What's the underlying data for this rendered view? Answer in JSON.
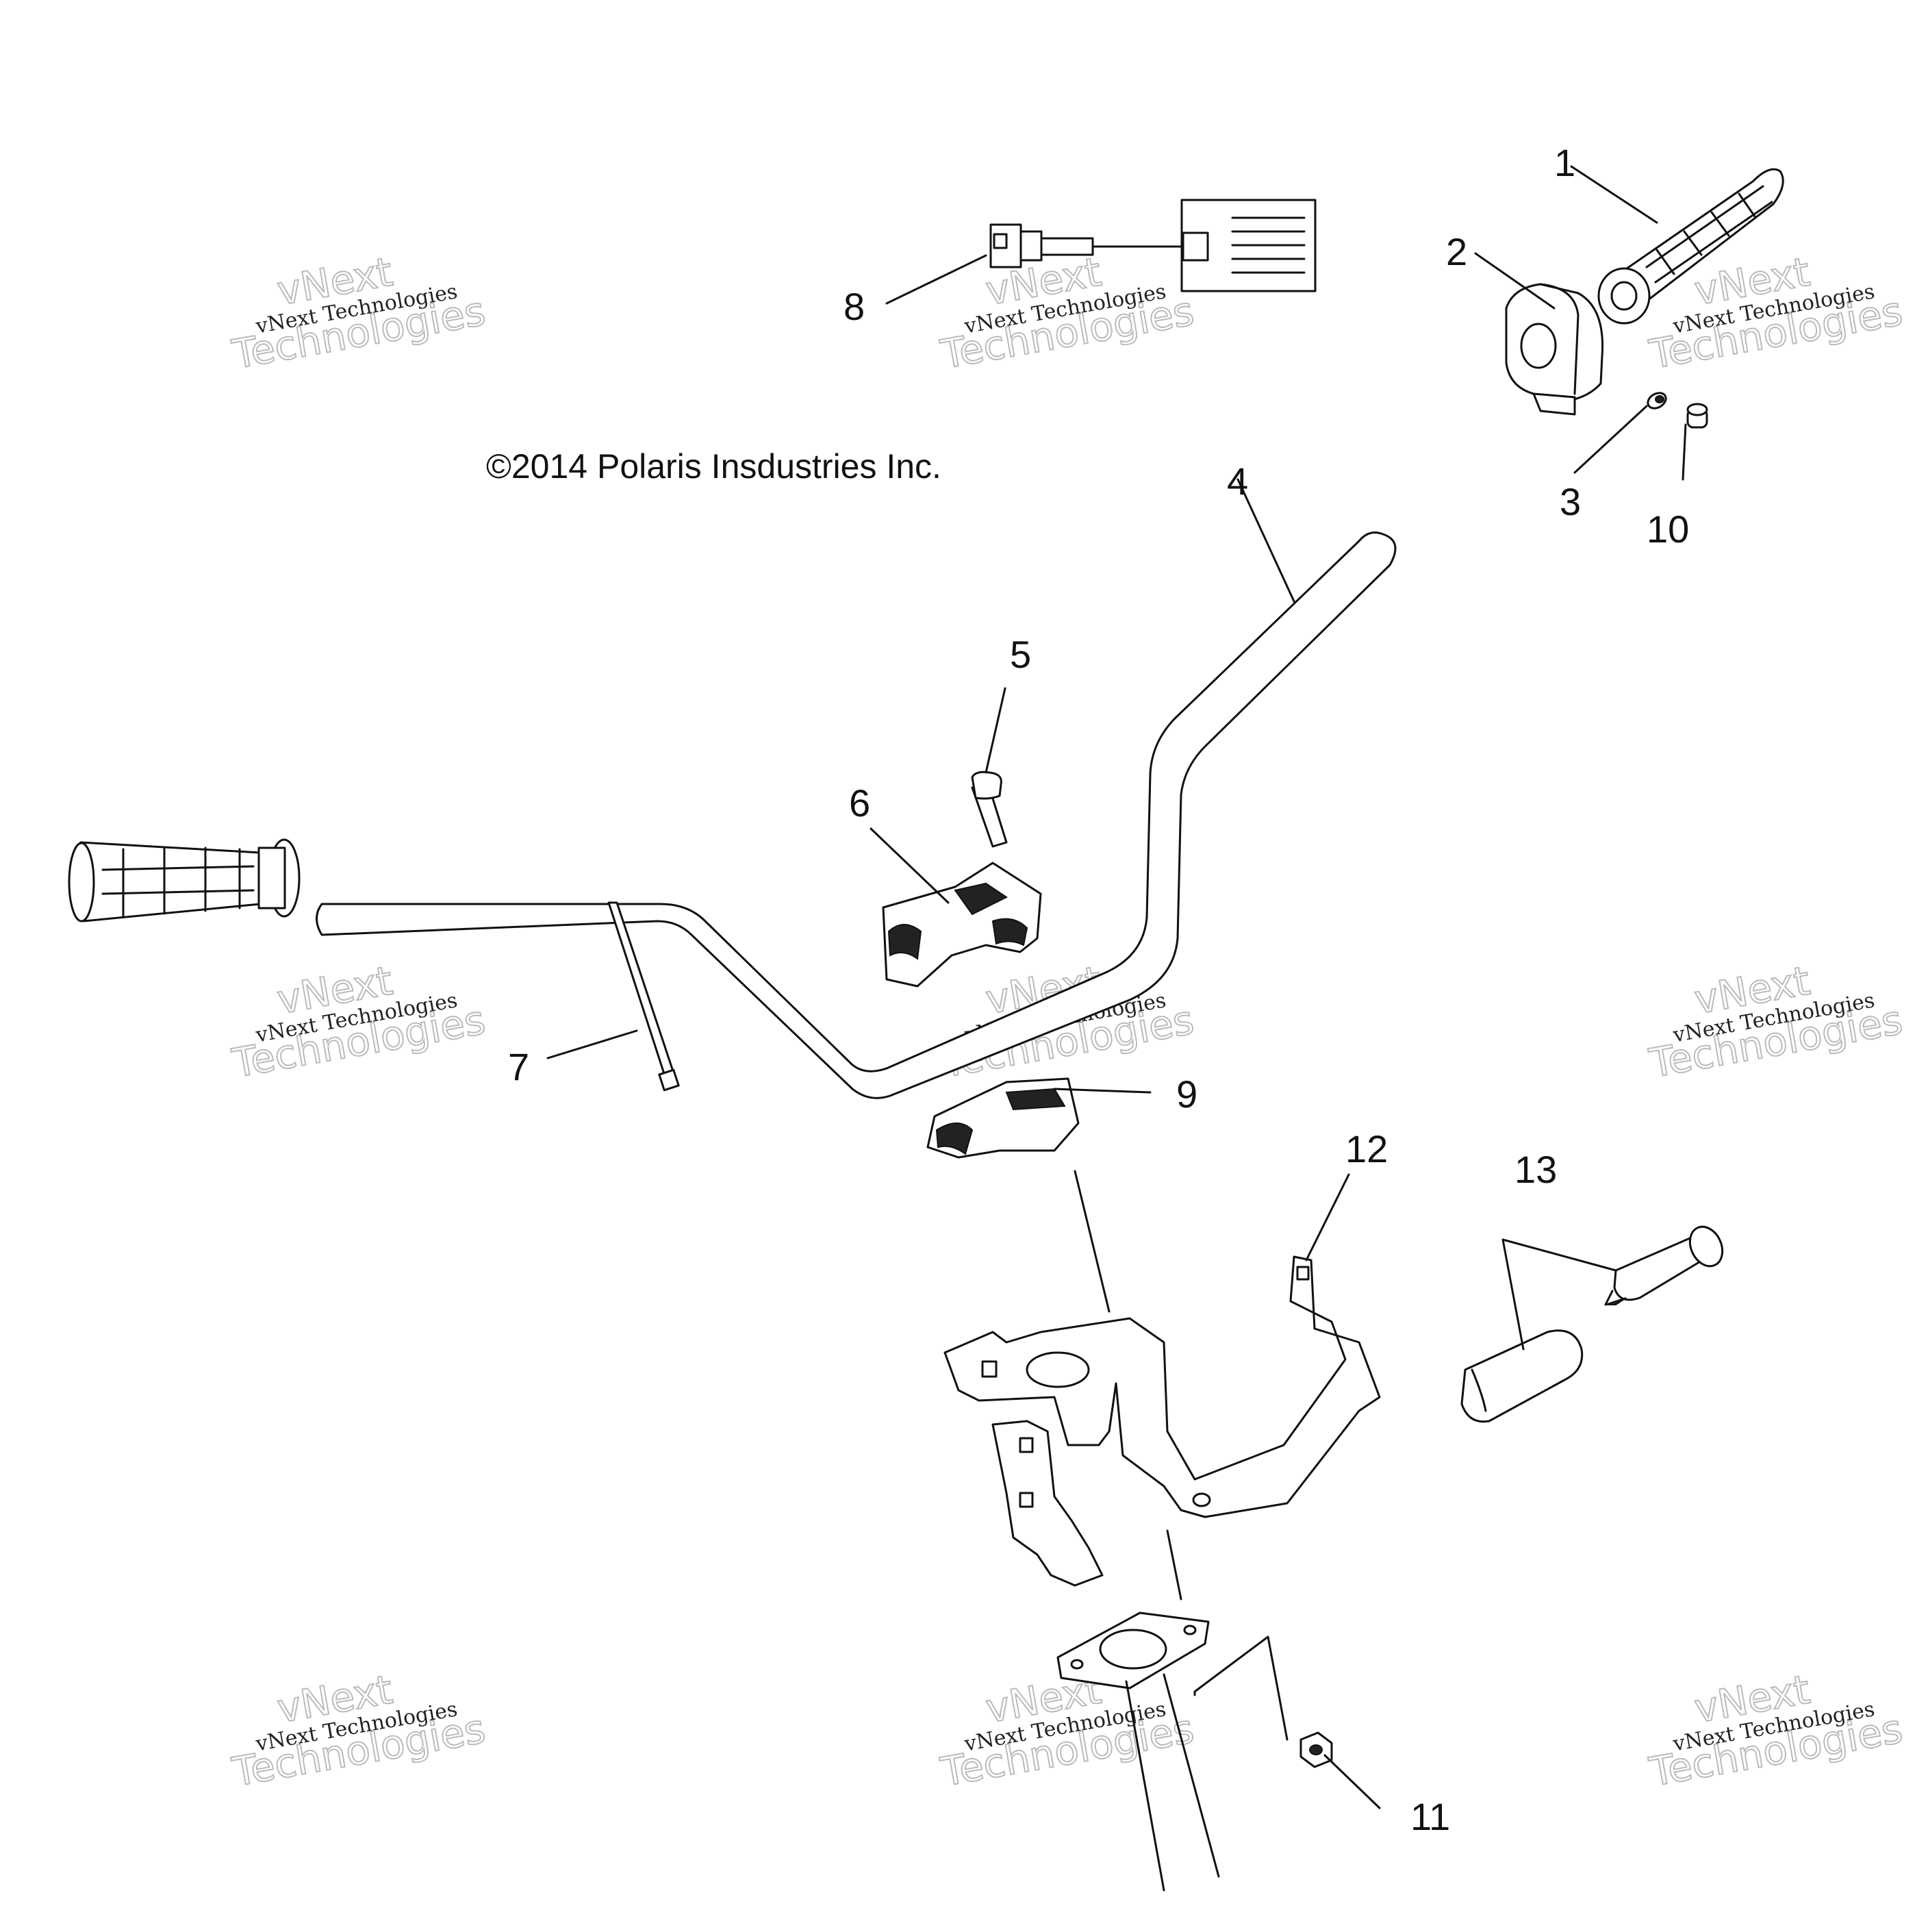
{
  "copyright": "©2014 Polaris Insdustries Inc.",
  "watermark": {
    "line1": "vNext Technologies",
    "line2": "vNext",
    "line3": "Technologies"
  },
  "callouts": {
    "c1": "1",
    "c2": "2",
    "c3": "3",
    "c4": "4",
    "c5": "5",
    "c6": "6",
    "c7": "7",
    "c8": "8",
    "c9": "9",
    "c10": "10",
    "c11": "11",
    "c12": "12",
    "c13": "13"
  },
  "colors": {
    "ink": "#111111",
    "background": "#ffffff",
    "watermark": "#bbbbbb"
  }
}
